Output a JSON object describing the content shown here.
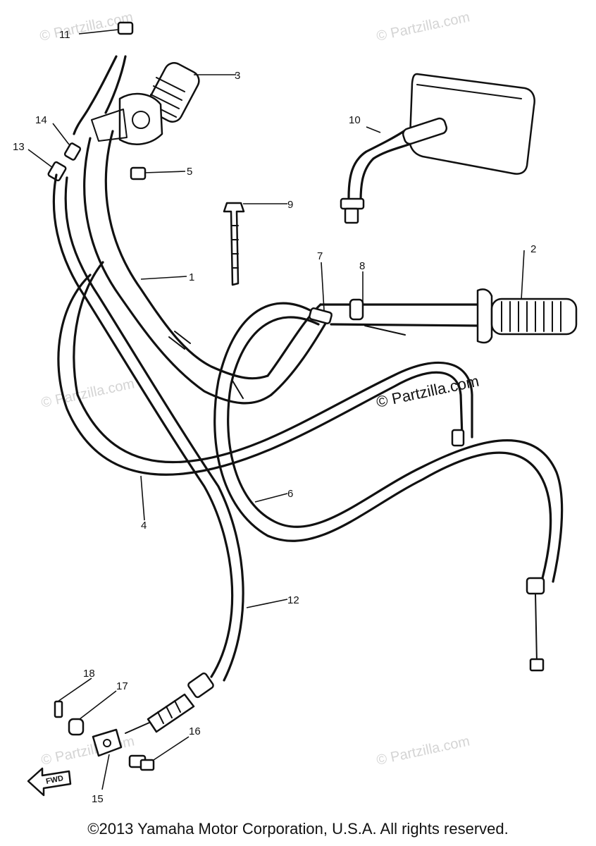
{
  "callouts": [
    {
      "id": "1",
      "label": "1"
    },
    {
      "id": "2",
      "label": "2"
    },
    {
      "id": "3",
      "label": "3"
    },
    {
      "id": "4",
      "label": "4"
    },
    {
      "id": "5",
      "label": "5"
    },
    {
      "id": "6",
      "label": "6"
    },
    {
      "id": "7",
      "label": "7"
    },
    {
      "id": "8",
      "label": "8"
    },
    {
      "id": "9",
      "label": "9"
    },
    {
      "id": "10",
      "label": "10"
    },
    {
      "id": "11",
      "label": "11"
    },
    {
      "id": "12",
      "label": "12"
    },
    {
      "id": "13",
      "label": "13"
    },
    {
      "id": "14",
      "label": "14"
    },
    {
      "id": "15",
      "label": "15"
    },
    {
      "id": "16",
      "label": "16"
    },
    {
      "id": "17",
      "label": "17"
    },
    {
      "id": "18",
      "label": "18"
    }
  ],
  "watermark": "© Partzilla.com",
  "fwd_label": "FWD",
  "copyright": "©2013 Yamaha Motor Corporation, U.S.A. All rights reserved."
}
